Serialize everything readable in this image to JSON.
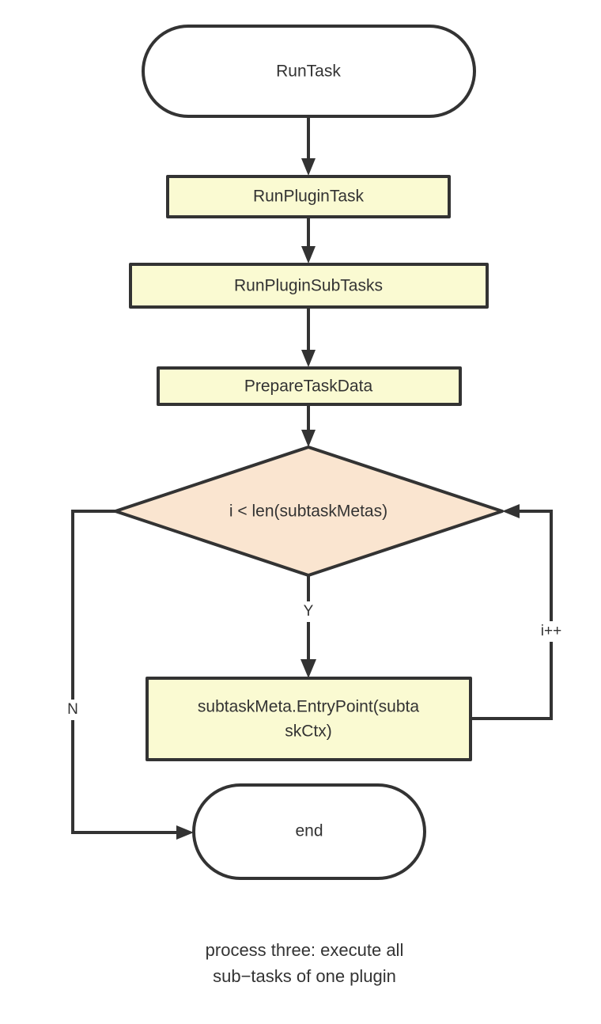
{
  "diagram": {
    "type": "flowchart",
    "direction": "top-to-bottom",
    "caption_line1": "process three: execute all",
    "caption_line2": "sub−tasks of one plugin",
    "colors": {
      "process_fill": "#FAFAD2",
      "decision_fill": "#FAE5D0",
      "terminal_fill": "#FFFFFF",
      "stroke": "#333333",
      "text": "#333333",
      "background": "#FFFFFF"
    },
    "nodes": [
      {
        "id": "start",
        "shape": "stadium",
        "label": "RunTask"
      },
      {
        "id": "run_plugin_task",
        "shape": "rectangle",
        "label": "RunPluginTask"
      },
      {
        "id": "run_plugin_subtasks",
        "shape": "rectangle",
        "label": "RunPluginSubTasks"
      },
      {
        "id": "prepare_task_data",
        "shape": "rectangle",
        "label": "PrepareTaskData"
      },
      {
        "id": "loop_condition",
        "shape": "diamond",
        "label": "i < len(subtaskMetas)"
      },
      {
        "id": "entry_point",
        "shape": "rectangle",
        "label_line1": "subtaskMeta.EntryPoint(subta",
        "label_line2": "skCtx)"
      },
      {
        "id": "end",
        "shape": "stadium",
        "label": "end"
      }
    ],
    "edges": [
      {
        "from": "start",
        "to": "run_plugin_task",
        "label": ""
      },
      {
        "from": "run_plugin_task",
        "to": "run_plugin_subtasks",
        "label": ""
      },
      {
        "from": "run_plugin_subtasks",
        "to": "prepare_task_data",
        "label": ""
      },
      {
        "from": "prepare_task_data",
        "to": "loop_condition",
        "label": ""
      },
      {
        "from": "loop_condition",
        "to": "entry_point",
        "label": "Y"
      },
      {
        "from": "loop_condition",
        "to": "end",
        "label": "N"
      },
      {
        "from": "entry_point",
        "to": "loop_condition",
        "label": "i++"
      }
    ]
  }
}
